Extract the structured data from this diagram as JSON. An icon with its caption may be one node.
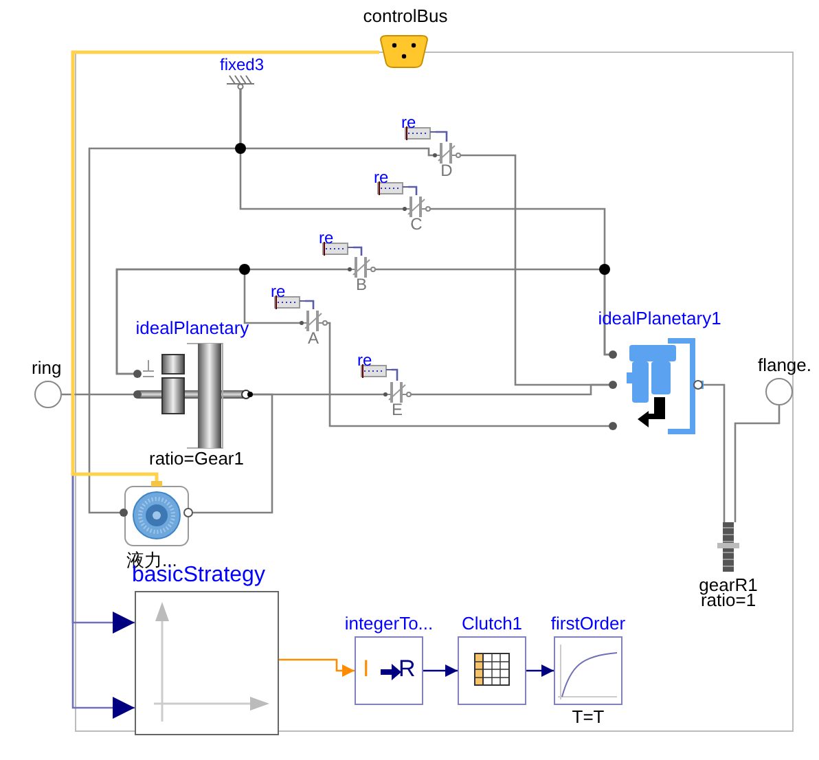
{
  "diagram": {
    "nodes": [
      {
        "text": [
          "controlBus"
        ]
      },
      {
        "text": [
          "fixed3"
        ]
      },
      {
        "text": [
          "re"
        ]
      },
      {
        "text": [
          "D"
        ]
      },
      {
        "text": [
          "re"
        ]
      },
      {
        "text": [
          "C"
        ]
      },
      {
        "text": [
          "re"
        ]
      },
      {
        "text": [
          "B"
        ]
      },
      {
        "text": [
          "re"
        ]
      },
      {
        "text": [
          "A"
        ]
      },
      {
        "text": [
          "idealPlanetary1"
        ]
      },
      {
        "text": [
          "idealPlanetary",
          "ratio=Gear1"
        ]
      },
      {
        "text": [
          "re"
        ]
      },
      {
        "text": [
          "E"
        ]
      },
      {
        "text": [
          "ring"
        ]
      },
      {
        "text": [
          "flange."
        ]
      },
      {
        "text": [
          "液力..."
        ]
      },
      {
        "text": [
          "gearR1",
          "ratio=1"
        ]
      },
      {
        "text": [
          "basicStrategy"
        ]
      },
      {
        "text": [
          "integerTo...",
          "I",
          "R"
        ]
      },
      {
        "text": [
          "Clutch1"
        ]
      },
      {
        "text": [
          "firstOrder",
          "T=T"
        ]
      }
    ],
    "edges": [
      {
        "from": 1,
        "to": 3,
        "arrow": "none"
      },
      {
        "from": 1,
        "to": 5,
        "arrow": "none"
      },
      {
        "from": 1,
        "to": 16,
        "arrow": "none"
      },
      {
        "from": 14,
        "to": 11,
        "arrow": "none"
      },
      {
        "from": 3,
        "to": 10,
        "arrow": "none"
      },
      {
        "from": 5,
        "to": 10,
        "arrow": "none"
      },
      {
        "from": 7,
        "to": 11,
        "arrow": "none"
      },
      {
        "from": 7,
        "to": 10,
        "arrow": "none"
      },
      {
        "from": 9,
        "to": 11,
        "arrow": "none"
      },
      {
        "from": 9,
        "to": 10,
        "arrow": "none"
      },
      {
        "from": 11,
        "to": 13,
        "arrow": "none"
      },
      {
        "from": 13,
        "to": 10,
        "arrow": "none"
      },
      {
        "from": 11,
        "to": 16,
        "arrow": "none"
      },
      {
        "from": 10,
        "to": 17,
        "arrow": "none"
      },
      {
        "from": 17,
        "to": 15,
        "arrow": "none"
      },
      {
        "from": 2,
        "to": 3,
        "arrow": "none",
        "color": "#5a5aa8"
      },
      {
        "from": 4,
        "to": 5,
        "arrow": "none",
        "color": "#5a5aa8"
      },
      {
        "from": 6,
        "to": 7,
        "arrow": "none",
        "color": "#5a5aa8"
      },
      {
        "from": 8,
        "to": 9,
        "arrow": "none",
        "color": "#5a5aa8"
      },
      {
        "from": 12,
        "to": 13,
        "arrow": "none",
        "color": "#5a5aa8"
      },
      {
        "from": 0,
        "to": 18,
        "arrow": "to",
        "color": "#7070b8"
      },
      {
        "from": 0,
        "to": 18,
        "arrow": "to",
        "color": "#7070b8"
      },
      {
        "from": 18,
        "to": 19,
        "arrow": "to",
        "color": "#ff8c00"
      },
      {
        "from": 19,
        "to": 20,
        "arrow": "to",
        "color": "#000080"
      },
      {
        "from": 20,
        "to": 21,
        "arrow": "to",
        "color": "#000080"
      },
      {
        "from": 0,
        "to": 16,
        "arrow": "none",
        "color": "#ffd24d"
      }
    ]
  }
}
